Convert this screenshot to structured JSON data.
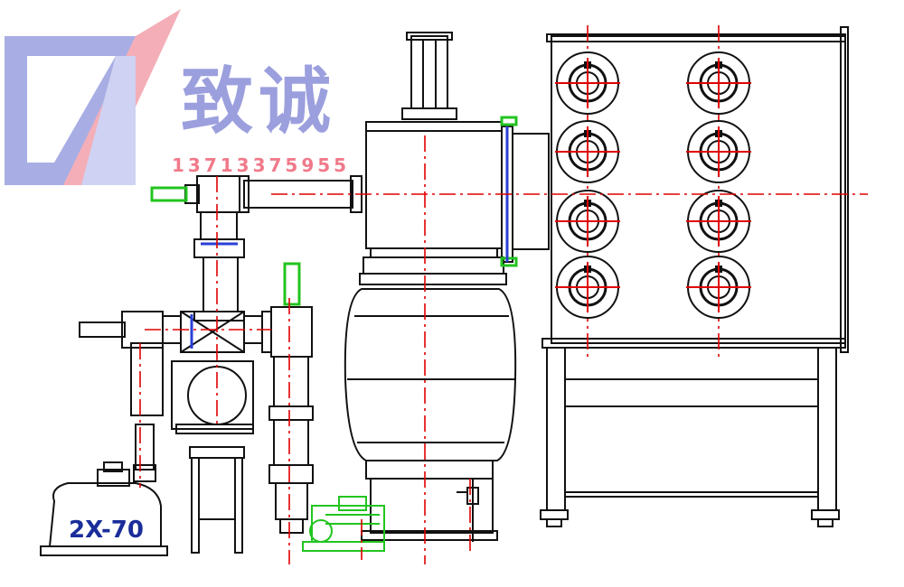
{
  "logo": {
    "brand_text": "致诚",
    "phone": "13713375955"
  },
  "labels": {
    "pump_model": "2X-70"
  },
  "colors": {
    "line": "#111111",
    "centerline": "#e00000",
    "valve_green": "#22c41f",
    "seal_blue": "#2a3fd6",
    "logo_blue": "#8a8fd8",
    "logo_red": "#f07a8a"
  },
  "target_rows": 4,
  "target_cols": 2
}
